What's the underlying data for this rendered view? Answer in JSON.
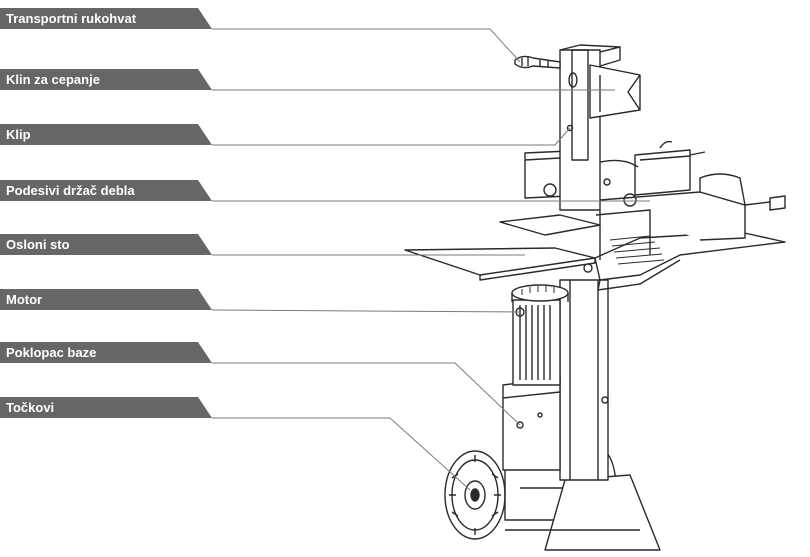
{
  "colors": {
    "label_bg": "#666666",
    "label_text": "#ffffff",
    "line": "#7a7a7a",
    "drawing": "#2a2a2a"
  },
  "labels": [
    {
      "id": "transport-handle",
      "text": "Transportni  rukohvat"
    },
    {
      "id": "splitting-wedge",
      "text": "Klin za cepanje"
    },
    {
      "id": "piston",
      "text": "Klip"
    },
    {
      "id": "log-holder",
      "text": "Podesivi  držač debla"
    },
    {
      "id": "support-table",
      "text": "Osloni  sto"
    },
    {
      "id": "motor",
      "text": "Motor"
    },
    {
      "id": "base-cover",
      "text": "Poklopac  baze"
    },
    {
      "id": "wheels",
      "text": "Točkovi"
    }
  ]
}
